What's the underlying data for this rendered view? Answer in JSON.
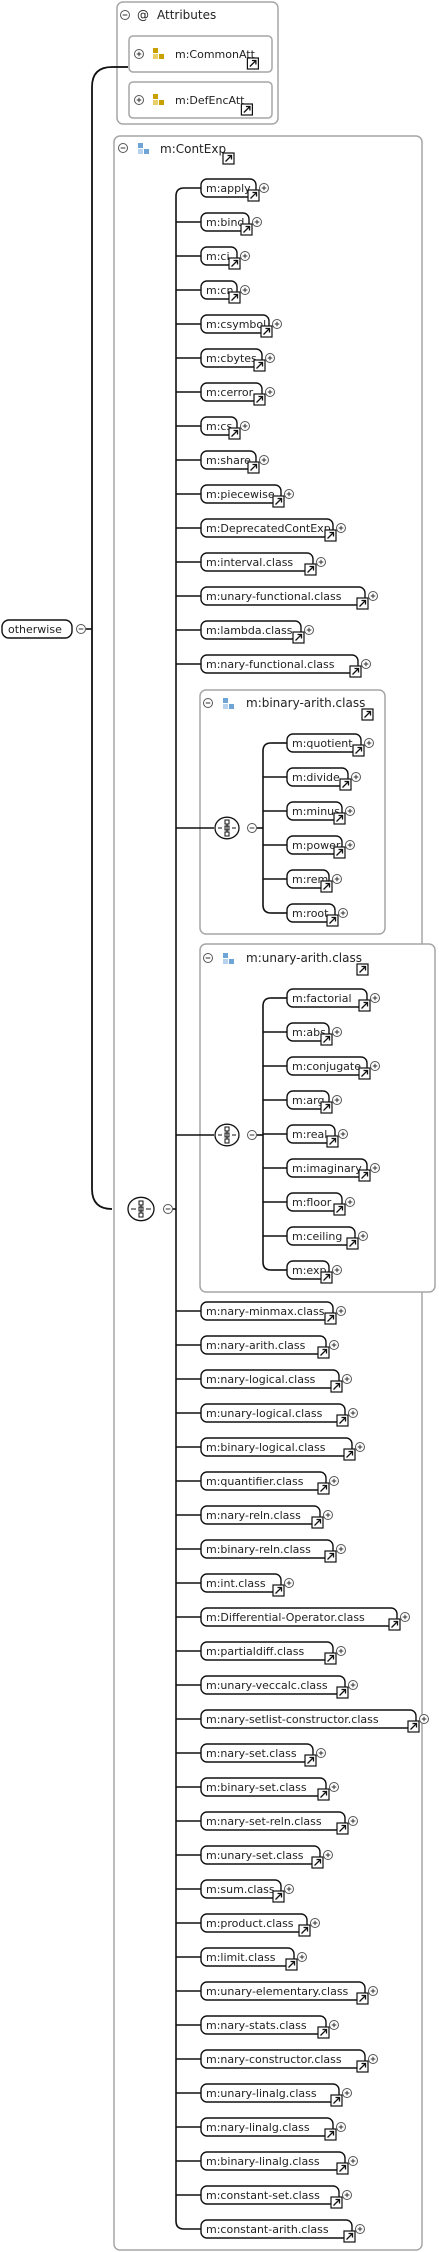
{
  "root": {
    "label": "otherwise"
  },
  "attributes": {
    "title": "Attributes",
    "items": [
      "m:CommonAtt",
      "m:DefEncAtt"
    ]
  },
  "contexp": {
    "title": "m:ContExp",
    "items_top": [
      "m:apply",
      "m:bind",
      "m:ci",
      "m:cn",
      "m:csymbol",
      "m:cbytes",
      "m:cerror",
      "m:cs",
      "m:share",
      "m:piecewise",
      "m:DeprecatedContExp",
      "m:interval.class",
      "m:unary-functional.class",
      "m:lambda.class",
      "m:nary-functional.class"
    ],
    "binary_arith": {
      "title": "m:binary-arith.class",
      "items": [
        "m:quotient",
        "m:divide",
        "m:minus",
        "m:power",
        "m:rem",
        "m:root"
      ]
    },
    "unary_arith": {
      "title": "m:unary-arith.class",
      "items": [
        "m:factorial",
        "m:abs",
        "m:conjugate",
        "m:arg",
        "m:real",
        "m:imaginary",
        "m:floor",
        "m:ceiling",
        "m:exp"
      ]
    },
    "items_bottom": [
      "m:nary-minmax.class",
      "m:nary-arith.class",
      "m:nary-logical.class",
      "m:unary-logical.class",
      "m:binary-logical.class",
      "m:quantifier.class",
      "m:nary-reln.class",
      "m:binary-reln.class",
      "m:int.class",
      "m:Differential-Operator.class",
      "m:partialdiff.class",
      "m:unary-veccalc.class",
      "m:nary-setlist-constructor.class",
      "m:nary-set.class",
      "m:binary-set.class",
      "m:nary-set-reln.class",
      "m:unary-set.class",
      "m:sum.class",
      "m:product.class",
      "m:limit.class",
      "m:unary-elementary.class",
      "m:nary-stats.class",
      "m:nary-constructor.class",
      "m:unary-linalg.class",
      "m:nary-linalg.class",
      "m:binary-linalg.class",
      "m:constant-set.class",
      "m:constant-arith.class"
    ]
  },
  "colors": {
    "line": "#111111",
    "box_border": "#a6a6a6",
    "attr_icon": "#c8a000",
    "group_icon": "#6fa5d6",
    "text": "#222222"
  },
  "icons": {
    "plus_circle": "plus-circle-icon",
    "minus_circle": "collapse-icon",
    "link_arrow": "link-arrow-icon",
    "choice": "choice-icon",
    "attribute": "attribute-icon",
    "group": "group-icon"
  }
}
